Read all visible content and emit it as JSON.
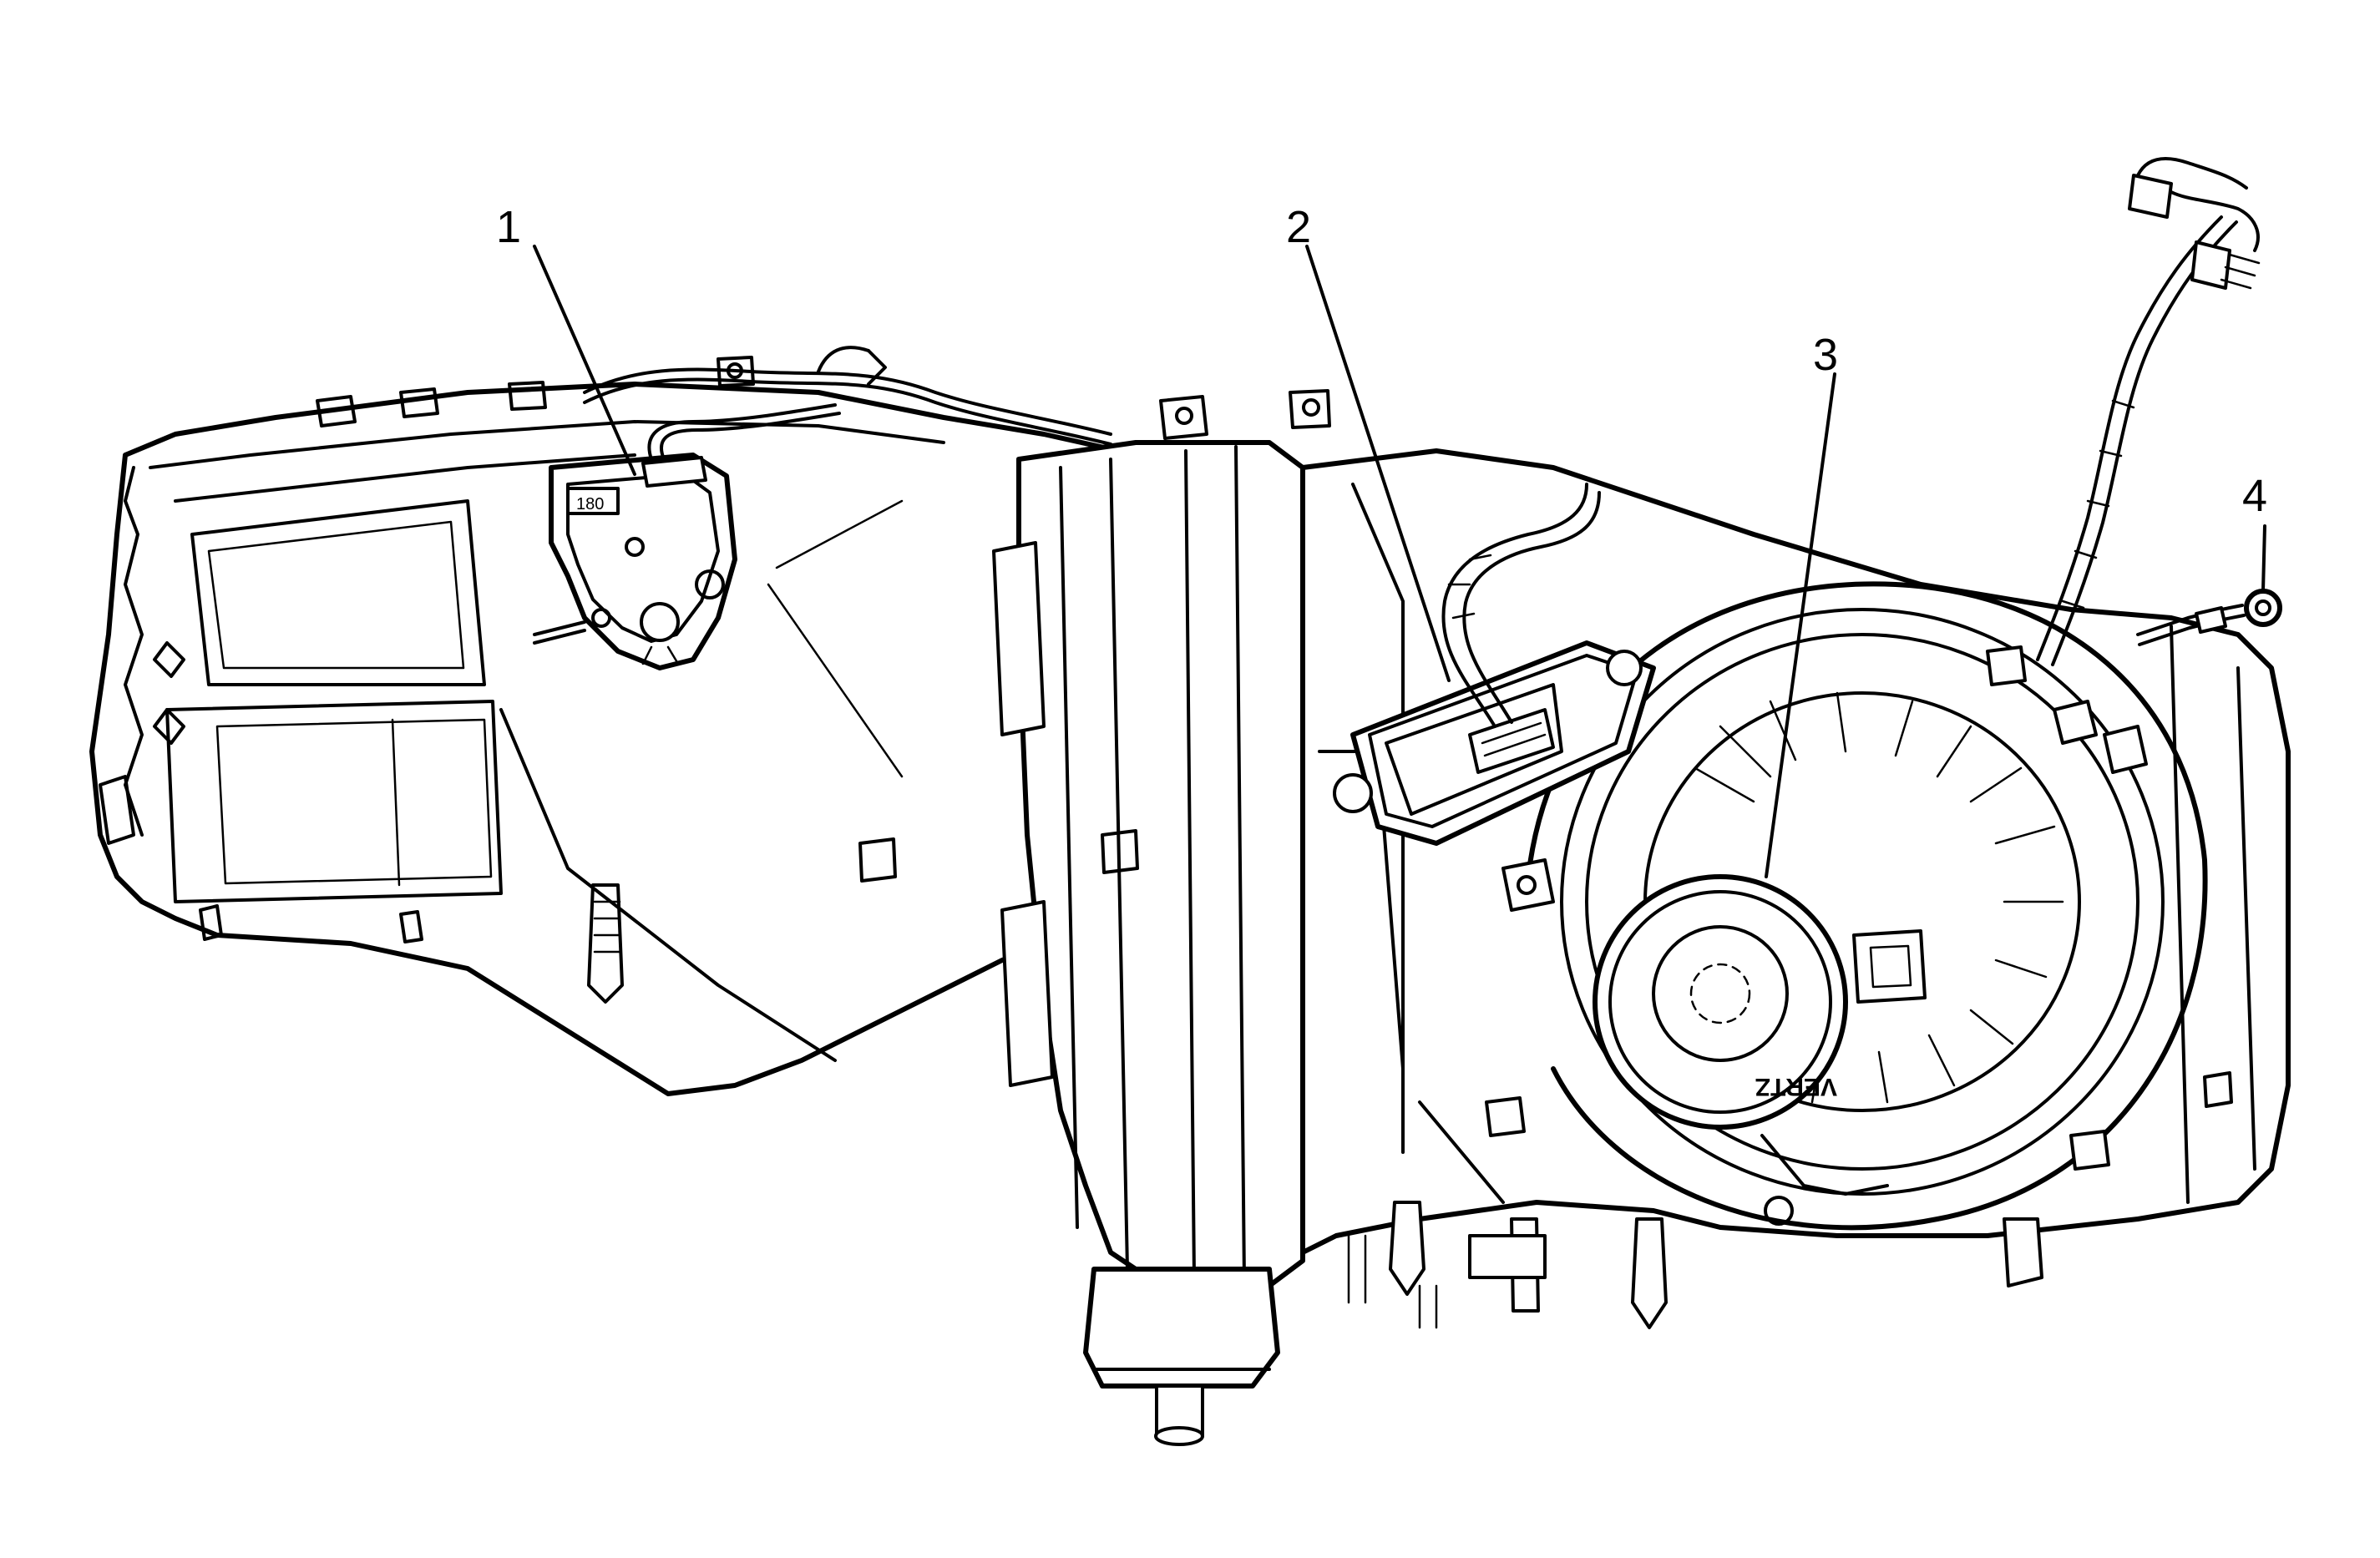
{
  "callouts": [
    {
      "label": "1"
    },
    {
      "label": "2"
    },
    {
      "label": "3"
    },
    {
      "label": "4"
    }
  ],
  "motor_marking": "VERTZ",
  "actuator_marking": "180",
  "stroke_color": "#000000",
  "background_color": "#ffffff"
}
